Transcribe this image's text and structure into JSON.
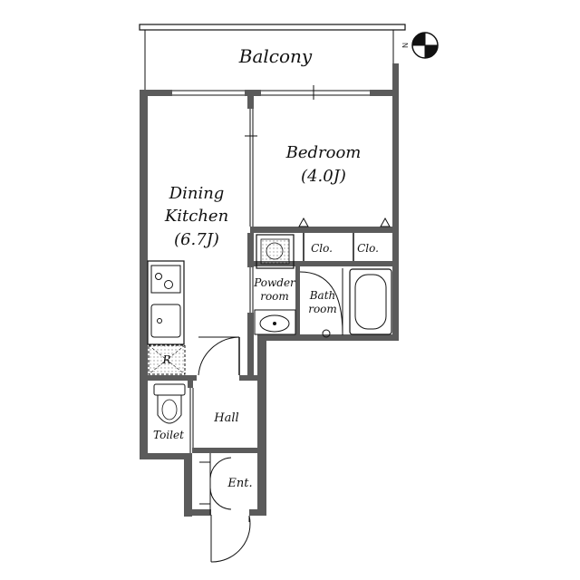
{
  "rooms": {
    "balcony": "Balcony",
    "bedroom": "Bedroom",
    "bedroom_size": "(4.0J)",
    "dining_line1": "Dining",
    "dining_line2": "Kitchen",
    "dining_size": "(6.7J)",
    "closet_1": "Clo.",
    "closet_2": "Clo.",
    "powder_line1": "Powder",
    "powder_line2": "room",
    "bath_line1": "Bath",
    "bath_line2": "room",
    "toilet": "Toilet",
    "hall": "Hall",
    "entrance": "Ent.",
    "refrigerator": "R"
  },
  "compass": {
    "north_label": "N"
  }
}
